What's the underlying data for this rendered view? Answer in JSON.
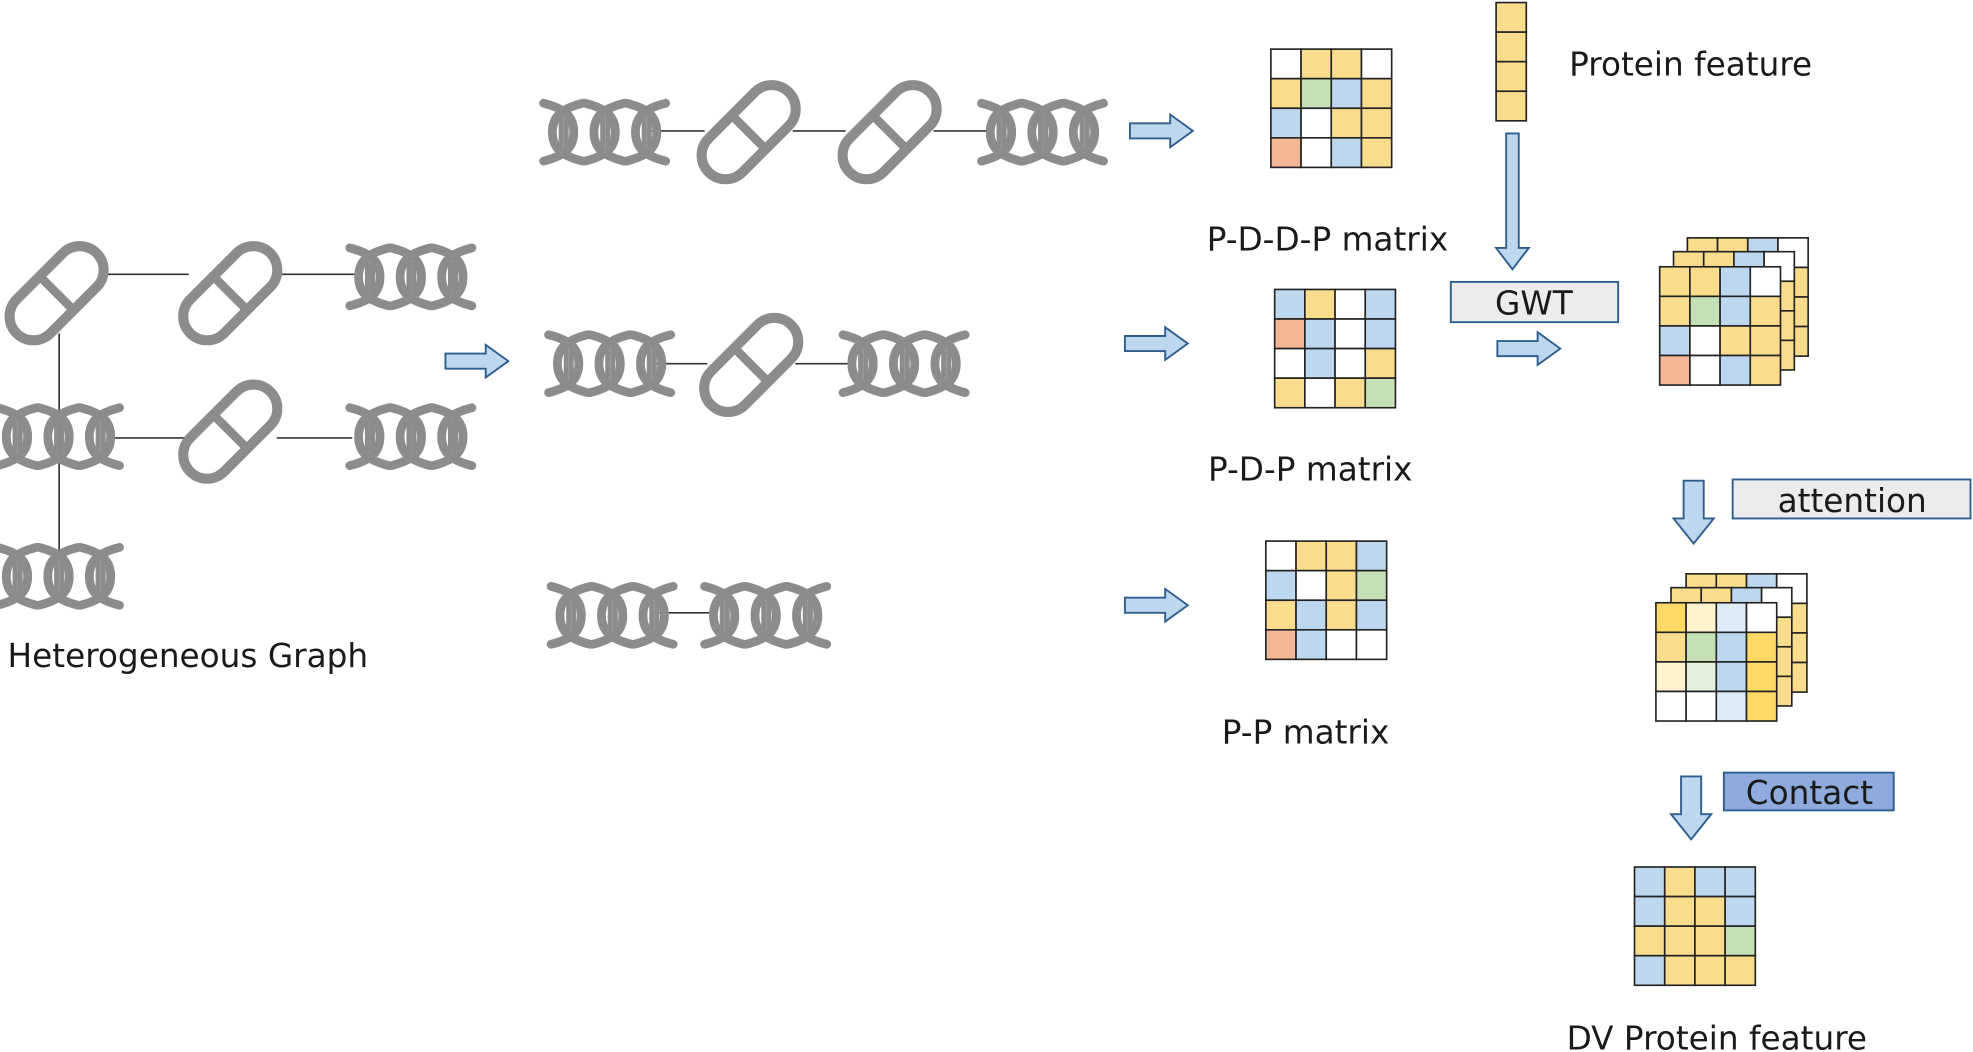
{
  "labels": {
    "graph": "Heterogeneous Graph",
    "pddp": "P-D-D-P  matrix",
    "pdp": "P-D-P  matrix",
    "pp": "P-P  matrix",
    "protein_feature": "Protein feature",
    "dv_protein_feature": "DV Protein feature"
  },
  "ops": {
    "gwt": "GWT",
    "attention": "attention",
    "contact": "Contact"
  },
  "colors": {
    "yellow": "#f9dc8c",
    "blue": "#bdd7ee",
    "green": "#c5e0b4",
    "salmon": "#f4b796",
    "white": "#ffffff",
    "gold": "#ffd966",
    "lightyellow": "#fff2cc",
    "lightgreen": "#e2efda",
    "lightblue": "#ddebf7",
    "icon": "#8c8c8c",
    "arrow_fill": "#bdd7ee",
    "arrow_stroke": "#2e5d8e",
    "gwt_box": "#ececec",
    "attention_box": "#ececec",
    "contact_box": "#8faadc"
  },
  "icons": {
    "dna": "dna-helix-icon",
    "pill": "pill-capsule-icon"
  },
  "matrices": {
    "pddp": [
      "wyyw",
      "ygby",
      "bwyy",
      "swby"
    ],
    "pdp": [
      "bywb",
      "sbwb",
      "wbwy",
      "ywyg"
    ],
    "pp": [
      "wyyb",
      "bwyg",
      "ybyb",
      "sbww"
    ],
    "gwt_stack": [
      "yybw",
      "ygby",
      "bwyy",
      "swby"
    ],
    "att_stack": [
      "YLBw",
      "ygbY",
      "LWbY",
      "wwBY"
    ],
    "dv": [
      "bybb",
      "byyb",
      "yyyg",
      "byyy"
    ],
    "protein_vector": [
      "y",
      "y",
      "y",
      "y"
    ]
  }
}
